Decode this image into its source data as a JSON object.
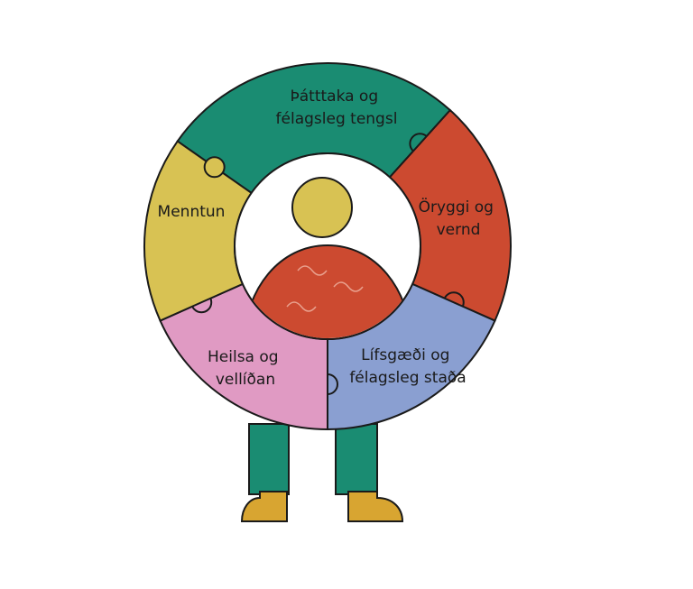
{
  "diagram": {
    "center_figure": "child-figure",
    "segments": [
      {
        "id": "participation",
        "line1": "Þátttaka og",
        "line2": "félagsleg tengsl",
        "color": "#1a8c72"
      },
      {
        "id": "safety",
        "line1": "Öryggi og",
        "line2": "vernd",
        "color": "#cc4a30"
      },
      {
        "id": "quality-of-life",
        "line1": "Lífsgæði og",
        "line2": "félagsleg staða",
        "color": "#8a9fd1"
      },
      {
        "id": "health",
        "line1": "Heilsa og",
        "line2": "vellíðan",
        "color": "#e09ac3"
      },
      {
        "id": "education",
        "line1": "Menntun",
        "line2": "",
        "color": "#d8c253"
      }
    ],
    "figure_colors": {
      "head": "#d8c253",
      "shirt": "#cc4a30",
      "pants": "#1a8c72",
      "boots": "#d8a531",
      "outline": "#1a1a1a"
    }
  }
}
